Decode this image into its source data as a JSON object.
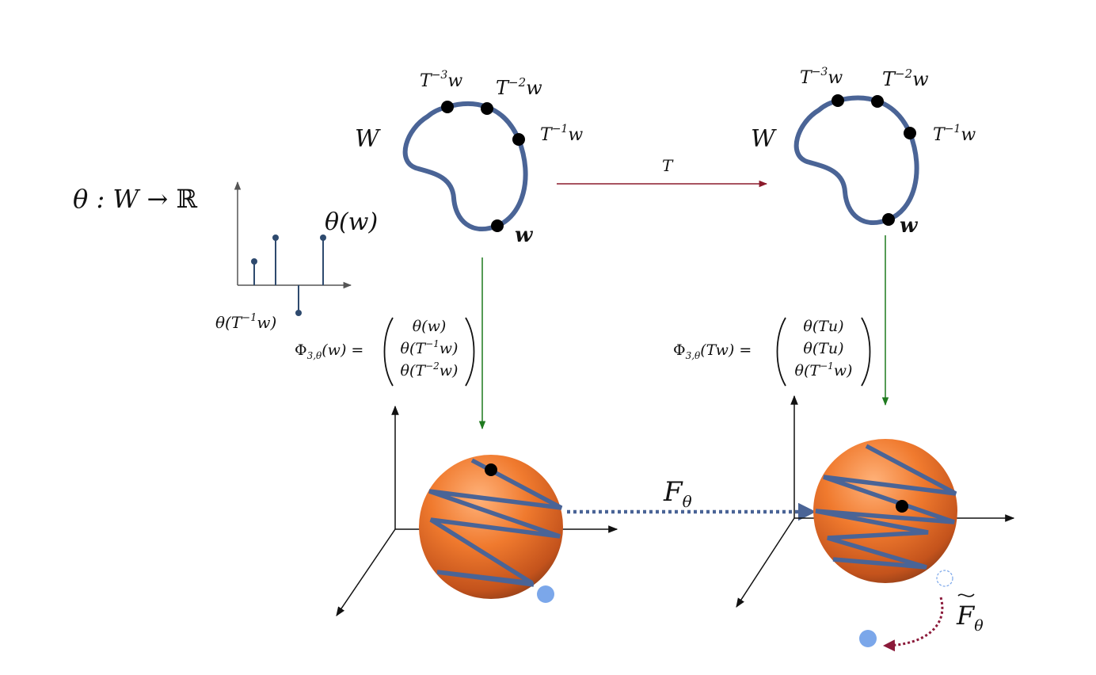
{
  "left_panel": {
    "map_label": {
      "prefix": "θ : W → ",
      "codomain": "ℝ"
    },
    "plot_top_label": "θ(w)",
    "plot_bottom_label": {
      "base": "θ(T",
      "sup": "−1",
      "tail": "w)"
    },
    "stem_values": [
      0.3,
      0.6,
      -0.35,
      0.6
    ]
  },
  "left_loop": {
    "space_label": "W",
    "points": [
      {
        "base": "T",
        "sup": "−3",
        "tail": "w"
      },
      {
        "base": "T",
        "sup": "−2",
        "tail": "w"
      },
      {
        "base": "T",
        "sup": "−1",
        "tail": "w"
      },
      {
        "base": "w",
        "sup": "",
        "tail": ""
      }
    ]
  },
  "right_loop": {
    "space_label": "W",
    "points": [
      {
        "base": "T",
        "sup": "−3",
        "tail": "w"
      },
      {
        "base": "T",
        "sup": "−2",
        "tail": "w"
      },
      {
        "base": "T",
        "sup": "−1",
        "tail": "w"
      },
      {
        "base": "w",
        "sup": "",
        "tail": ""
      }
    ]
  },
  "top_arrow_label": "T",
  "left_embedding": {
    "lhs": {
      "Phi": "Φ",
      "sub": "3,θ",
      "arg": "(w) ="
    },
    "entries": [
      {
        "base": "θ(w)",
        "sup": "",
        "tail": ""
      },
      {
        "base": "θ(T",
        "sup": "−1",
        "tail": "w)"
      },
      {
        "base": "θ(T",
        "sup": "−2",
        "tail": "w)"
      }
    ]
  },
  "right_embedding": {
    "lhs": {
      "Phi": "Φ",
      "sub": "3,θ",
      "arg": "(Tw) ="
    },
    "entries": [
      {
        "base": "θ(Tu)",
        "sup": "",
        "tail": ""
      },
      {
        "base": "θ(Tu)",
        "sup": "",
        "tail": ""
      },
      {
        "base": "θ(T",
        "sup": "−1",
        "tail": "w)"
      }
    ]
  },
  "middle_arrow_label": {
    "base": "F",
    "sub": "θ"
  },
  "tilde_arrow_label": {
    "base": "F",
    "sub": "θ"
  },
  "colors": {
    "curve": "#4a6496",
    "map_arrow": "#8b1a2b",
    "embed_arrow": "#1f7a1f",
    "sphere": "#e8782a",
    "dot_blue": "#7ba7ea",
    "tilde_arrow": "#8b1a3a"
  }
}
